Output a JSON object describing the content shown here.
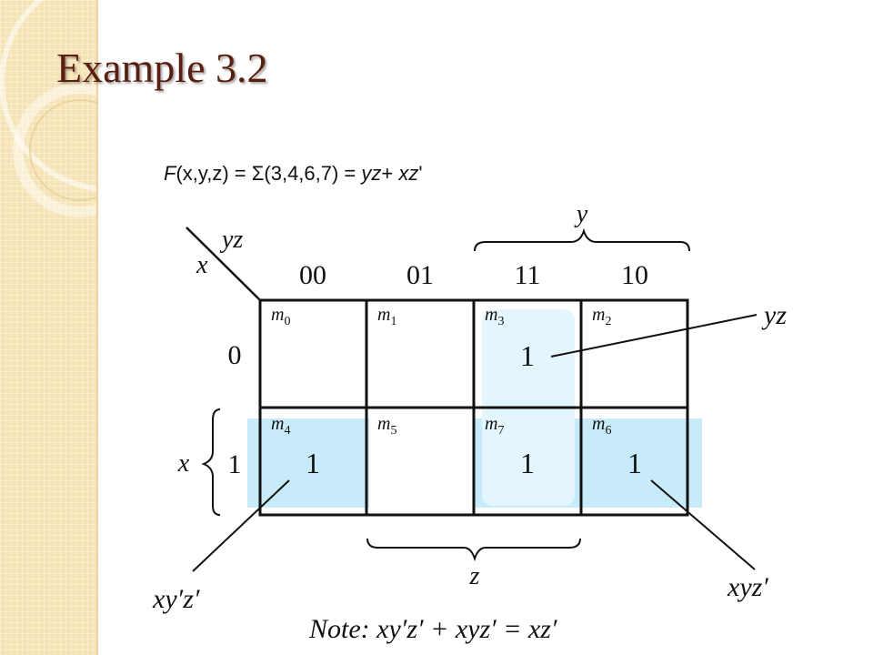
{
  "slide": {
    "title": "Example 3.2"
  },
  "equation": {
    "func": "F",
    "args": "(x,y,z) = ",
    "sigma": "Σ",
    "minterms": "(3,4,6,7) = ",
    "term1": "yz",
    "plus": "+ ",
    "term2": "xz",
    "prime": "'"
  },
  "kmap": {
    "corner_row_var": "x",
    "corner_col_var": "yz",
    "col_headers": [
      "00",
      "01",
      "11",
      "10"
    ],
    "row_headers": [
      "0",
      "1"
    ],
    "brace_top_label": "y",
    "brace_bottom_label": "z",
    "brace_left_label": "x",
    "cells": [
      [
        {
          "m": "m",
          "sub": "0",
          "value": ""
        },
        {
          "m": "m",
          "sub": "1",
          "value": ""
        },
        {
          "m": "m",
          "sub": "3",
          "value": "1"
        },
        {
          "m": "m",
          "sub": "2",
          "value": ""
        }
      ],
      [
        {
          "m": "m",
          "sub": "4",
          "value": "1"
        },
        {
          "m": "m",
          "sub": "5",
          "value": ""
        },
        {
          "m": "m",
          "sub": "7",
          "value": "1"
        },
        {
          "m": "m",
          "sub": "6",
          "value": "1"
        }
      ]
    ],
    "group_labels": {
      "yz": "yz",
      "xyz_prime": "xyz′",
      "xy_z_prime": "xy′z′"
    },
    "colors": {
      "group_light": "#e3f5fd",
      "group_blue": "#c8ebfa",
      "grid": "#111111"
    }
  },
  "note": {
    "text": "Note: xy′z′ + xyz′ = xz′"
  }
}
